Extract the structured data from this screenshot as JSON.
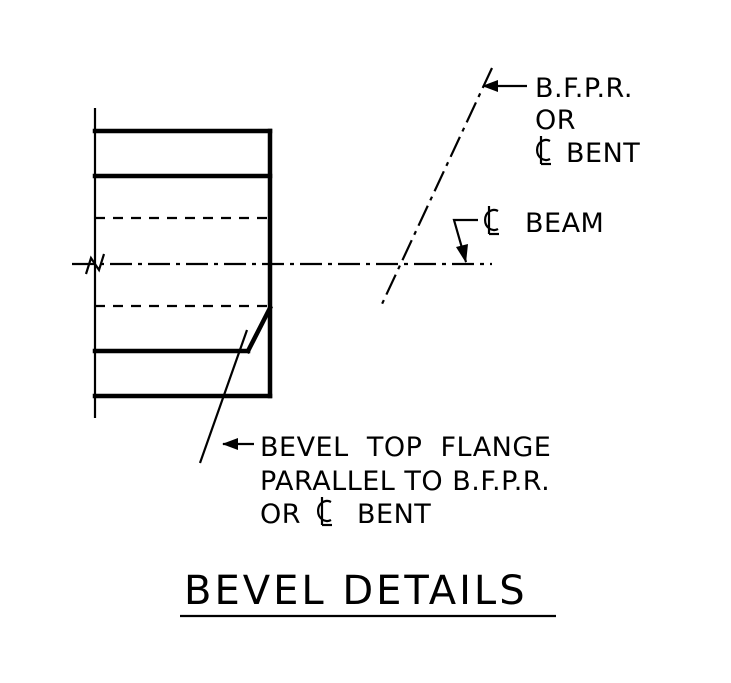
{
  "drawing": {
    "labels": {
      "bfpr_line1": "B.F.P.R.",
      "bfpr_line2": "OR",
      "bfpr_line3": "BENT",
      "beam_label": "BEAM",
      "note_line1": "BEVEL  TOP  FLANGE",
      "note_line2": "PARALLEL TO B.F.P.R.",
      "note_line3_pre": "OR",
      "note_line3_post": "BENT",
      "title": "BEVEL DETAILS"
    }
  }
}
